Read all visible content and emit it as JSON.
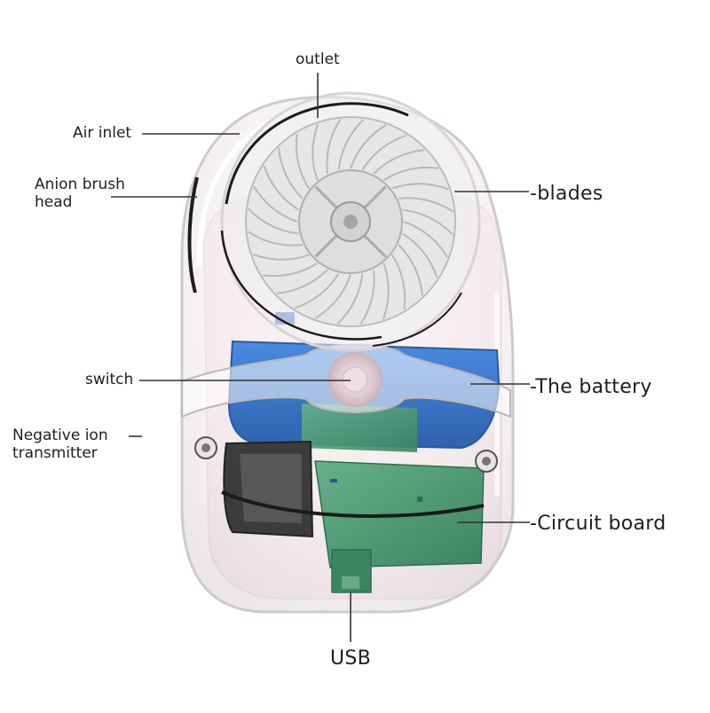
{
  "labels": {
    "outlet": "outlet",
    "air_inlet": "Air inlet",
    "anion_brush_head": "Anion brush head",
    "blades": "-blades",
    "switch": "switch",
    "the_battery": "-The battery",
    "negative_ion_transmitter": "Negative ion transmitter",
    "circuit_board": "-Circuit board",
    "usb": "USB"
  },
  "colors": {
    "shell_outline": "#cfc9cc",
    "shell_fill": "#f4eff1",
    "blades": "#e9e9e9",
    "battery": "#3b78c8",
    "circuit_board": "#4f9a72",
    "module_dark": "#3a3a3a",
    "text": "#1e1e1e",
    "leader_line": "#333333"
  }
}
